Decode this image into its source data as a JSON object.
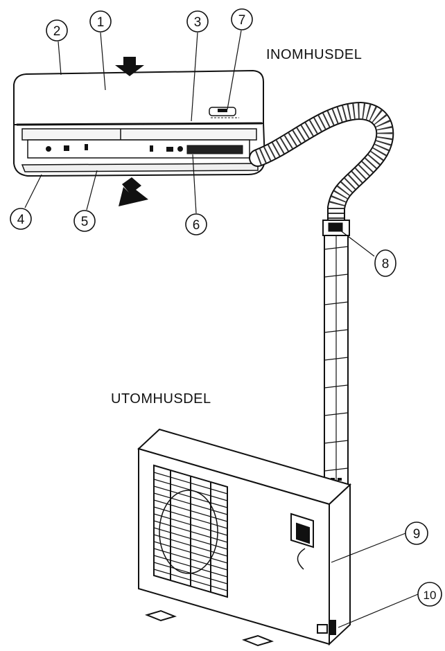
{
  "labels": {
    "indoor": "INOMHUSDEL",
    "outdoor": "UTOMHUSDEL"
  },
  "callouts": [
    "1",
    "2",
    "3",
    "4",
    "5",
    "6",
    "7",
    "8",
    "9",
    "10"
  ],
  "colors": {
    "line": "#111111",
    "background": "#ffffff",
    "shade": "#dddddd"
  }
}
